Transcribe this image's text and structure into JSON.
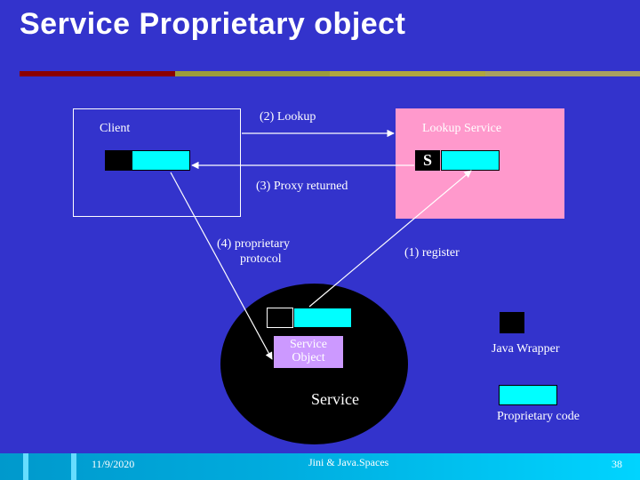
{
  "slide": {
    "title": "Service Proprietary object",
    "rule_colors": [
      "#8b0000",
      "#9c9c3c",
      "#b0a640",
      "#a9a060"
    ]
  },
  "diagram": {
    "client_label": "Client",
    "lookup_service_label": "Lookup Service",
    "s_label": "S",
    "lookup_arrow_label": "(2) Lookup",
    "proxy_arrow_label": "(3) Proxy returned",
    "protocol_arrow_label_line1": "(4) proprietary",
    "protocol_arrow_label_line2": "protocol",
    "register_arrow_label": "(1) register",
    "service_object_line1": "Service",
    "service_object_line2": "Object",
    "service_label": "Service"
  },
  "legend": {
    "java_wrapper_label": "Java Wrapper",
    "proprietary_code_label": "Proprietary code"
  },
  "colors": {
    "background": "#3333cc",
    "lookup_box": "#ff99cc",
    "proxy_cyan": "#00ffff",
    "service_object": "#cc99ff"
  },
  "footer": {
    "date": "11/9/2020",
    "center_text": "Jini  &  Java.Spaces",
    "page_number": "38"
  }
}
